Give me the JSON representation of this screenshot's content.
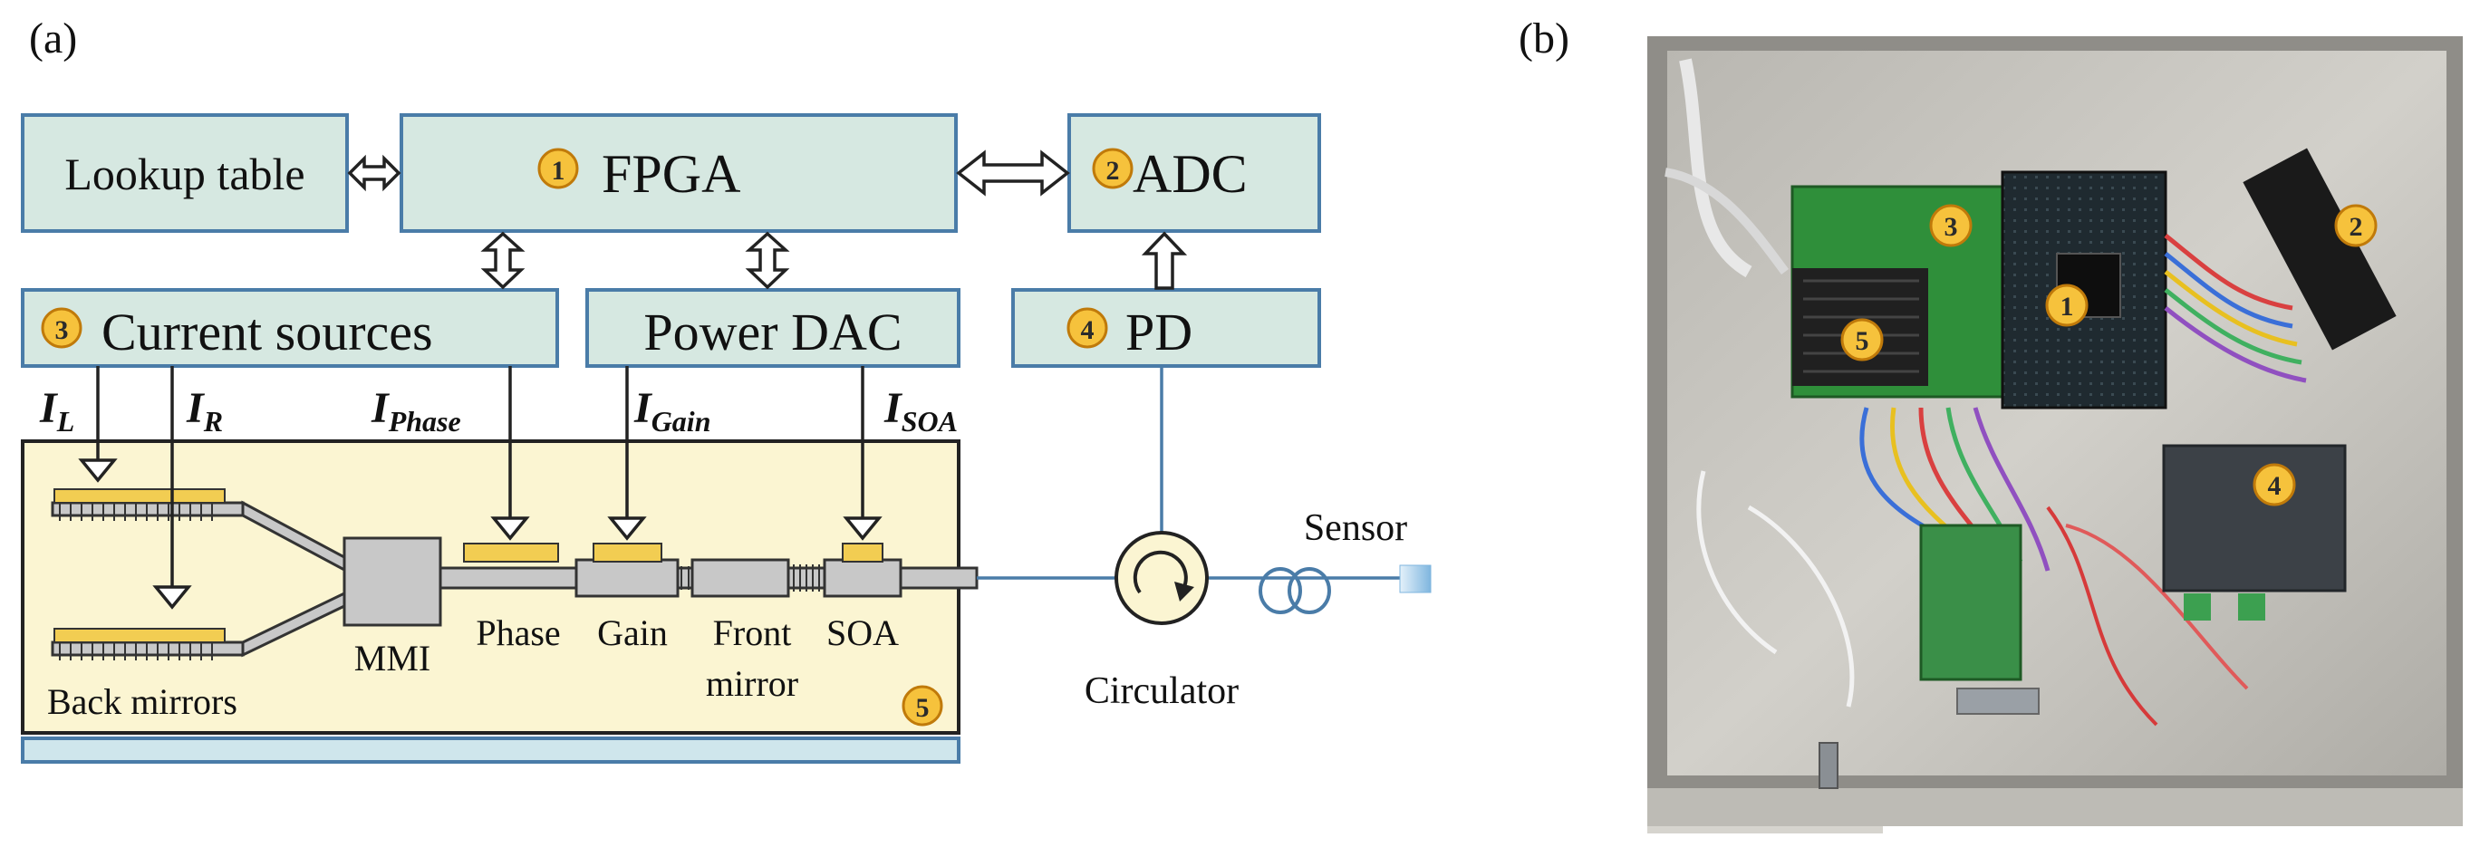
{
  "panels": {
    "a_label": "(a)",
    "b_label": "(b)"
  },
  "blocks": {
    "lookup": "Lookup table",
    "fpga": "FPGA",
    "adc": "ADC",
    "current_sources": "Current sources",
    "power_dac": "Power DAC",
    "pd": "PD"
  },
  "badges": {
    "fpga": "1",
    "adc": "2",
    "current_sources": "3",
    "pd": "4",
    "chip": "5"
  },
  "currents": {
    "il": {
      "main": "I",
      "sub": "L"
    },
    "ir": {
      "main": "I",
      "sub": "R"
    },
    "iphase": {
      "main": "I",
      "sub": "Phase"
    },
    "igain": {
      "main": "I",
      "sub": "Gain"
    },
    "isoa": {
      "main": "I",
      "sub": "SOA"
    }
  },
  "chip_labels": {
    "mmi": "MMI",
    "phase": "Phase",
    "gain": "Gain",
    "front1": "Front",
    "front2": "mirror",
    "soa": "SOA",
    "back": "Back mirrors"
  },
  "external": {
    "circulator": "Circulator",
    "sensor": "Sensor"
  },
  "photo": {
    "markers": [
      "1",
      "2",
      "3",
      "4",
      "5"
    ]
  },
  "colors": {
    "block_fill": "#d6e8e1",
    "block_border": "#4a7ca8",
    "chip_fill": "#fbf5d2",
    "badge": "#f6c23c",
    "electrode": "#f2cd52",
    "fiber": "#4a7ca8"
  }
}
